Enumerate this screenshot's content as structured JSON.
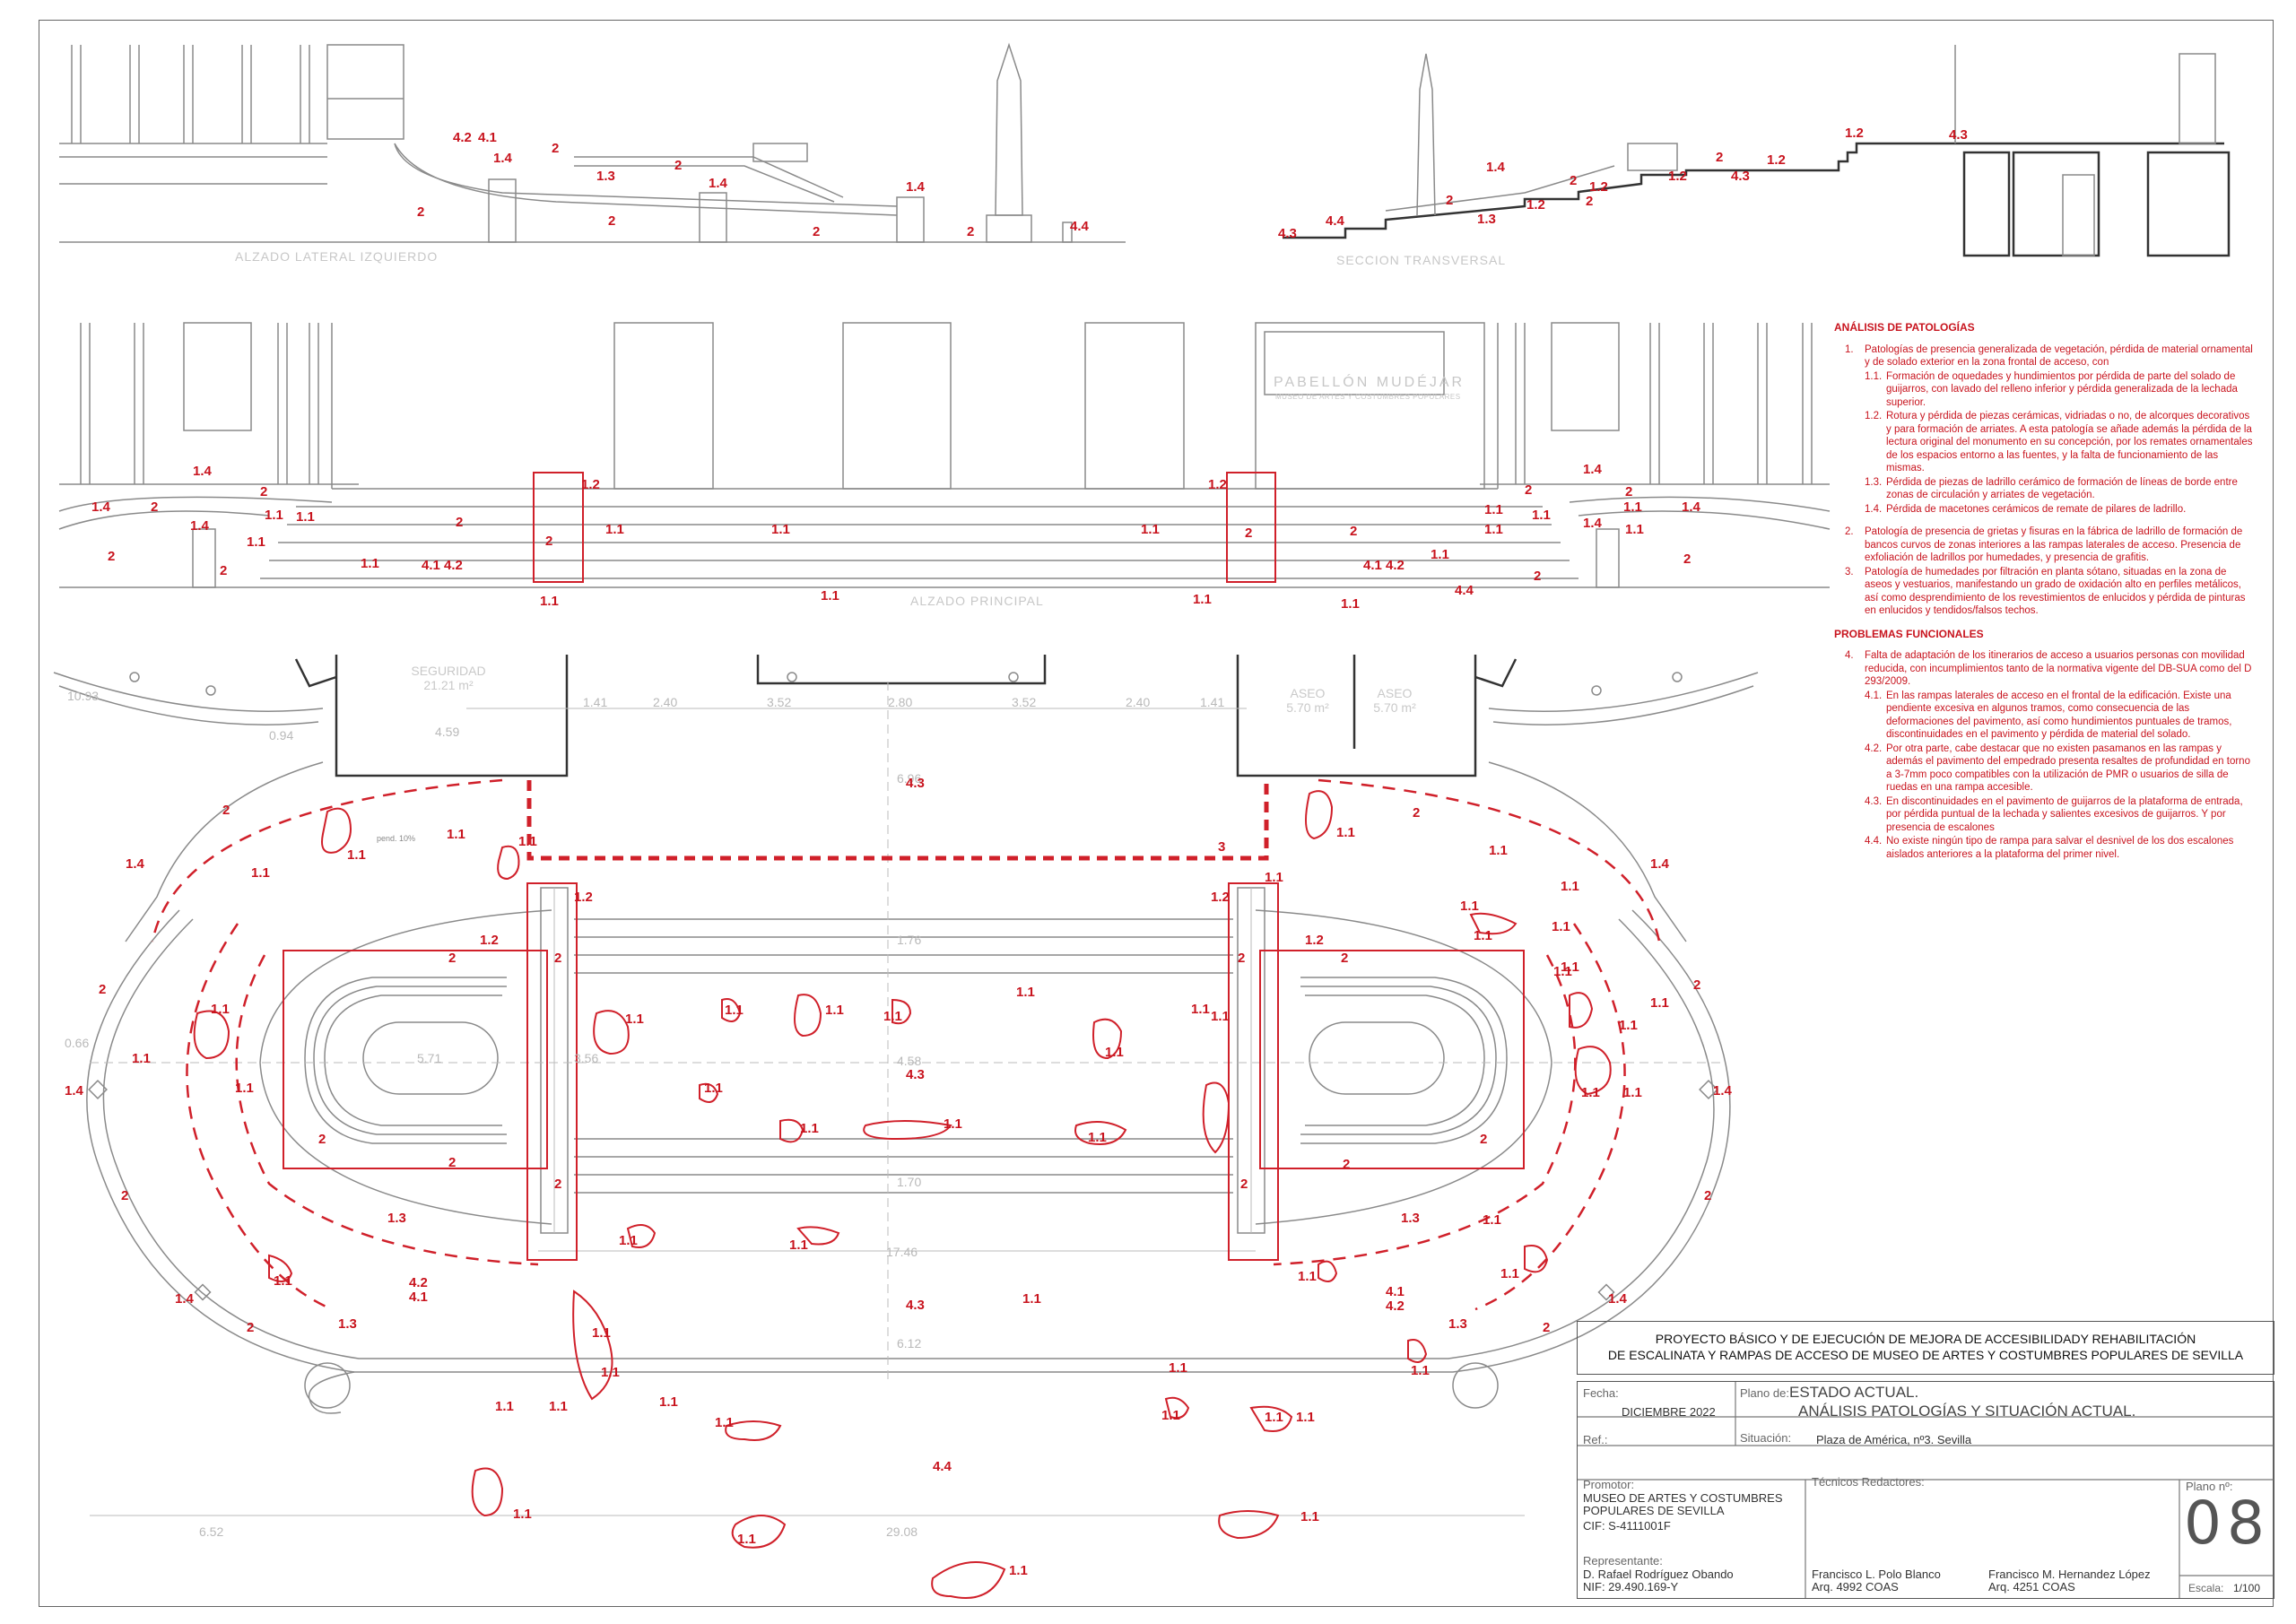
{
  "drawing_captions": {
    "alzado_lateral": "ALZADO LATERAL IZQUIERDO",
    "seccion": "SECCION TRANSVERSAL",
    "alzado_principal": "ALZADO PRINCIPAL",
    "pabellon_title": "PABELLÓN MUDÉJAR",
    "pabellon_sub": "MUSEO DE ARTES Y COSTUMBRES POPULARES"
  },
  "rooms": {
    "seguridad": "SEGURIDAD",
    "seguridad_area": "21.21 m²",
    "aseo_a": "ASEO",
    "aseo_a_area": "5.70 m²",
    "aseo_b": "ASEO",
    "aseo_b_area": "5.70 m²"
  },
  "dimensions": {
    "d1": "1.41",
    "d2": "2.40",
    "d3": "3.52",
    "d4": "2.80",
    "d5": "3.52",
    "d6": "2.40",
    "d7": "1.41",
    "d8": "4.59",
    "d9": "6.96",
    "d10": "1.76",
    "d11": "4.58",
    "d12": "1.70",
    "d13": "17.46",
    "d14": "6.12",
    "d15": "6.52",
    "d16": "29.08",
    "d17": "5.71",
    "d18": "3.56",
    "d19": "0.66",
    "d20": "0.94",
    "d21": "10.93",
    "d22": "pend. 10%"
  },
  "labels": {
    "l1": "4.2",
    "l2": "4.1",
    "l3": "1.4",
    "l4": "2",
    "l5": "1.3",
    "l6": "2",
    "l7": "1.4",
    "l8": "1.4",
    "l9": "2",
    "l10": "2",
    "l11": "2",
    "l12": "2",
    "l13": "4.4",
    "l14": "1.4",
    "l15": "2",
    "l16": "1.2",
    "l17": "2",
    "l18": "1.2",
    "l19": "2",
    "l20": "1.3",
    "l21": "4.3",
    "l22": "4.4",
    "l23": "4.3",
    "l24": "1.2",
    "l25": "4.3",
    "l26": "2",
    "l27": "1.2",
    "l28": "1.2",
    "l29": "4.3",
    "l30": "1.2",
    "l31": "4.3",
    "l32": "1.4",
    "l33": "2",
    "l34": "1.4",
    "l35": "2",
    "l36": "1.1",
    "l37": "1.1",
    "l38": "1.4",
    "l39": "1.1",
    "l40": "2",
    "l41": "2",
    "l42": "1.1",
    "l43": "4.1 4.2",
    "l44": "1.2",
    "l45": "2",
    "l46": "1.1",
    "l47": "1.1",
    "l48": "1.1",
    "l49": "1.2",
    "l50": "2",
    "l51": "2",
    "l52": "1.1",
    "l53": "4.1 4.2",
    "l54": "1.1",
    "l55": "2",
    "l56": "1.1",
    "l57": "1.1",
    "l58": "1.4",
    "l59": "1.4",
    "l60": "1.1",
    "l61": "1.4",
    "l62": "1.1",
    "l63": "2",
    "l64": "2",
    "l65": "1.1",
    "l66": "4.4",
    "l67": "2",
    "l68": "1.1",
    "l69": "1.1",
    "l70": "1.1",
    "l71": "1.1",
    "m1": "2",
    "m2": "4.3",
    "m3": "1.4",
    "m4": "1.1",
    "m5": "1.1",
    "m6": "1.1",
    "m7": "1.1",
    "m8": "3",
    "m9": "1.2",
    "m10": "1.2",
    "m11": "1.1",
    "m12": "1.1",
    "m13": "2",
    "m14": "1.1",
    "m15": "1.4",
    "m16": "1.1",
    "m17": "1.1",
    "m18": "1.2",
    "m19": "2",
    "m20": "2",
    "m21": "1.2",
    "m22": "2",
    "m23": "2",
    "m24": "1.1",
    "m25": "1.1",
    "m26": "1.1",
    "m27": "1.1",
    "m28": "1.1",
    "m29": "1.1",
    "m30": "1.1",
    "m31": "1.1",
    "m32": "1.1",
    "m33": "1.1",
    "m34": "1.1",
    "m35": "1.1",
    "m36": "4.3",
    "m37": "1.1",
    "m38": "1.1",
    "m39": "1.1",
    "m40": "1.1",
    "m41": "1.1",
    "m42": "1.1",
    "m43": "1.1",
    "m44": "1.1",
    "m45": "1.4",
    "m46": "1.4",
    "m47": "1.1",
    "m48": "2",
    "m49": "2",
    "m50": "2",
    "m51": "2",
    "m52": "2",
    "m53": "2",
    "m54": "2",
    "m55": "2",
    "m56": "1.1",
    "m57": "1.1",
    "m58": "1.1",
    "m59": "2",
    "m60": "1.3",
    "m61": "1.3",
    "m62": "1.1",
    "m63": "1.1",
    "m64": "1.1",
    "m65": "1.1",
    "m66": "4.2",
    "m67": "4.1",
    "m68": "4.1",
    "m69": "4.2",
    "m70": "4.3",
    "m71": "1.4",
    "m72": "1.4",
    "m73": "1.1",
    "m74": "1.1",
    "m75": "1.1",
    "m76": "2",
    "m77": "1.3",
    "m78": "1.3",
    "m79": "2",
    "m80": "1.1",
    "m81": "1.1",
    "m82": "1.1",
    "m83": "1.1",
    "m84": "1.1",
    "m85": "1.1",
    "m86": "1.1",
    "m87": "1.1",
    "m88": "4.4",
    "m89": "1.1",
    "m90": "1.1",
    "m91": "1.1",
    "m92": "1.1",
    "m93": "1.1",
    "m94": "1.1",
    "m95": "2",
    "m96": "2",
    "m97": "1.1",
    "m98": "1.1"
  },
  "notes": {
    "heading1": "ANÁLISIS DE PATOLOGÍAS",
    "p1_n": "1.",
    "p1": "Patologías de presencia generalizada de vegetación, pérdida de material ornamental y de solado exterior en la zona frontal de acceso, con",
    "s11_n": "1.1.",
    "s11": "Formación de oquedades y hundimientos por pérdida de parte del solado de guijarros, con lavado del relleno inferior y pérdida generalizada de la lechada superior.",
    "s12_n": "1.2.",
    "s12": "Rotura y pérdida de piezas cerámicas, vidriadas o no, de alcorques decorativos y para formación de arriates. A esta patología se añade además la pérdida de la lectura original del monumento en su concepción, por los remates ornamentales de los espacios entorno a las fuentes, y la falta de funcionamiento de las mismas.",
    "s13_n": "1.3.",
    "s13": "Pérdida de piezas de ladrillo cerámico de formación de líneas de borde entre zonas de circulación y arriates de vegetación.",
    "s14_n": "1.4.",
    "s14": "Pérdida de macetones cerámicos de remate de pilares de ladrillo.",
    "p2_n": "2.",
    "p2": "Patología de presencia de grietas y fisuras en la fábrica de ladrillo de formación de bancos curvos de zonas interiores a las rampas laterales de acceso. Presencia de exfoliación de ladrillos por humedades, y presencia de grafitis.",
    "p3_n": "3.",
    "p3": "Patología de humedades por filtración en planta sótano, situadas en la zona de aseos y vestuarios, manifestando un grado de oxidación alto en perfiles metálicos, así como desprendimiento de los revestimientos de enlucidos y pérdida de pinturas en enlucidos y tendidos/falsos techos.",
    "heading2": "PROBLEMAS FUNCIONALES",
    "p4_n": "4.",
    "p4": "Falta de adaptación de los itinerarios de acceso a usuarios personas con movilidad reducida, con incumplimientos tanto de la normativa vigente del DB-SUA como del D 293/2009.",
    "s41_n": "4.1.",
    "s41": "En las rampas laterales de acceso en el frontal de la edificación. Existe una pendiente excesiva en algunos tramos, como consecuencia de las deformaciones del pavimento, así como hundimientos puntuales de tramos, discontinuidades en el pavimento y pérdida de material del solado.",
    "s42_n": "4.2.",
    "s42": "Por otra parte, cabe destacar que no existen pasamanos en las rampas y además el pavimento del empedrado presenta resaltes de profundidad en torno a 3-7mm poco compatibles con la utilización de PMR o usuarios de silla de ruedas en una rampa accesible.",
    "s43_n": "4.3.",
    "s43": "En discontinuidades en el pavimento de guijarros de la plataforma de entrada, por pérdida puntual de la lechada y salientes excesivos de guijarros. Y por presencia de escalones",
    "s44_n": "4.4.",
    "s44": "No existe ningún tipo de rampa para salvar el desnivel de los dos escalones aislados anteriores a la plataforma del primer nivel."
  },
  "title_block": {
    "project_line1": "PROYECTO BÁSICO Y DE EJECUCIÓN DE MEJORA DE ACCESIBILIDADY REHABILITACIÓN",
    "project_line2": "DE ESCALINATA Y RAMPAS DE ACCESO DE MUSEO DE ARTES Y COSTUMBRES POPULARES DE SEVILLA",
    "fecha_label": "Fecha:",
    "fecha": "DICIEMBRE 2022",
    "plano_de_label": "Plano de:",
    "plano_de_1": "ESTADO ACTUAL.",
    "plano_de_2": "ANÁLISIS PATOLOGÍAS Y SITUACIÓN ACTUAL.",
    "ref_label": "Ref.:",
    "situacion_label": "Situación:",
    "situacion": "Plaza de América, nº3. Sevilla",
    "promotor_label": "Promotor:",
    "promotor_1": "MUSEO DE ARTES Y COSTUMBRES",
    "promotor_2": "POPULARES DE SEVILLA",
    "cif": "CIF:  S-4111001F",
    "representante_label": "Representante:",
    "representante": "D. Rafael Rodríguez Obando",
    "nif": "NIF: 29.490.169-Y",
    "tecnicos_label": "Técnicos Redactores:",
    "tec1_name": "Francisco L. Polo Blanco",
    "tec1_arq": "Arq. 4992 COAS",
    "tec2_name": "Francisco M. Hernandez López",
    "tec2_arq": "Arq. 4251 COAS",
    "plano_n_label": "Plano nº:",
    "plano_n": "08",
    "escala_label": "Escala:",
    "escala": "1/100"
  },
  "colors": {
    "annotation_red": "#d0202a",
    "line_gray": "#8a8a8a",
    "wall_dark": "#333333"
  }
}
